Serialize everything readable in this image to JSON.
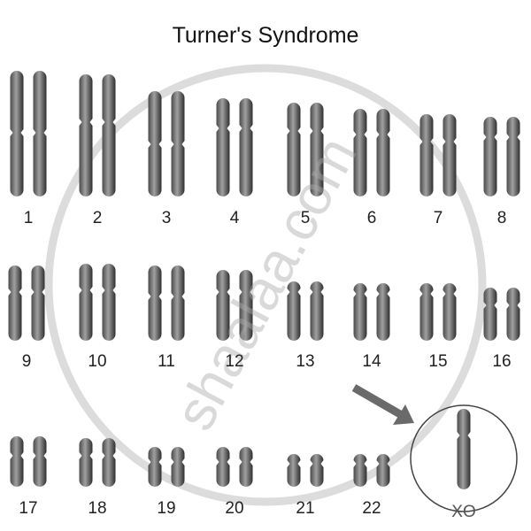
{
  "title": "Turner's Syndrome",
  "chromosome_labels": [
    "1",
    "2",
    "3",
    "4",
    "5",
    "6",
    "7",
    "8",
    "9",
    "10",
    "11",
    "12",
    "13",
    "14",
    "15",
    "16",
    "17",
    "18",
    "19",
    "20",
    "21",
    "22"
  ],
  "sex_chromosome_label": "XO",
  "watermark": "shaalaa.com",
  "colors": {
    "chromosome_dark": "#3a3a3a",
    "chromosome_light": "#9a9a9a",
    "watermark": "#dddddd",
    "arrow": "#6a6a6a"
  }
}
